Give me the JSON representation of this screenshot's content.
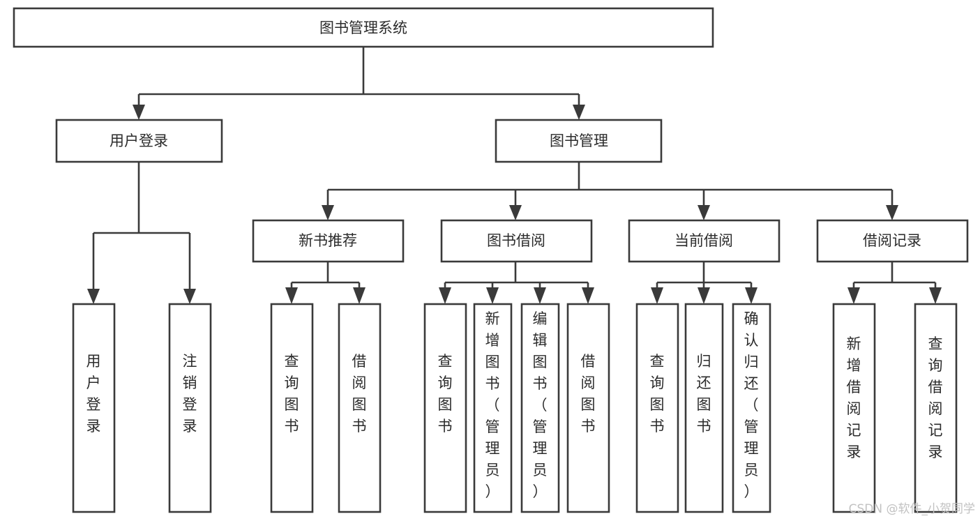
{
  "diagram": {
    "type": "tree",
    "title": "图书管理系统",
    "orientation": "top-down",
    "levels": 4,
    "root": {
      "id": "root",
      "label": "图书管理系统"
    },
    "level2": [
      {
        "id": "user-login",
        "label": "用户登录"
      },
      {
        "id": "book-manage",
        "label": "图书管理"
      }
    ],
    "level3": [
      {
        "id": "new-book-recommend",
        "label": "新书推荐",
        "parent": "book-manage"
      },
      {
        "id": "book-borrow",
        "label": "图书借阅",
        "parent": "book-manage"
      },
      {
        "id": "current-borrow",
        "label": "当前借阅",
        "parent": "book-manage"
      },
      {
        "id": "borrow-record",
        "label": "借阅记录",
        "parent": "book-manage"
      }
    ],
    "leaves": [
      {
        "id": "leaf-user-login",
        "label": "用户登录",
        "parent": "user-login"
      },
      {
        "id": "leaf-user-logout",
        "label": "注销登录",
        "parent": "user-login"
      },
      {
        "id": "leaf-query-book-1",
        "label": "查询图书",
        "parent": "new-book-recommend"
      },
      {
        "id": "leaf-borrow-book-1",
        "label": "借阅图书",
        "parent": "new-book-recommend"
      },
      {
        "id": "leaf-query-book-2",
        "label": "查询图书",
        "parent": "book-borrow"
      },
      {
        "id": "leaf-add-book",
        "label": "新增图书（管理员）",
        "parent": "book-borrow"
      },
      {
        "id": "leaf-edit-book",
        "label": "编辑图书（管理员）",
        "parent": "book-borrow"
      },
      {
        "id": "leaf-borrow-book-2",
        "label": "借阅图书",
        "parent": "book-borrow"
      },
      {
        "id": "leaf-query-book-3",
        "label": "查询图书",
        "parent": "current-borrow"
      },
      {
        "id": "leaf-return-book",
        "label": "归还图书",
        "parent": "current-borrow"
      },
      {
        "id": "leaf-confirm-return",
        "label": "确认归还（管理员）",
        "parent": "current-borrow"
      },
      {
        "id": "leaf-add-record",
        "label": "新增借阅记录",
        "parent": "borrow-record"
      },
      {
        "id": "leaf-query-record",
        "label": "查询借阅记录",
        "parent": "borrow-record"
      }
    ],
    "colors": {
      "box_stroke": "#3a3a3a",
      "box_fill": "#ffffff",
      "text": "#2b2b2b",
      "background": "#ffffff",
      "watermark": "#c2c2c2"
    }
  },
  "watermark": {
    "text": "CSDN @软件_小贺同学"
  }
}
